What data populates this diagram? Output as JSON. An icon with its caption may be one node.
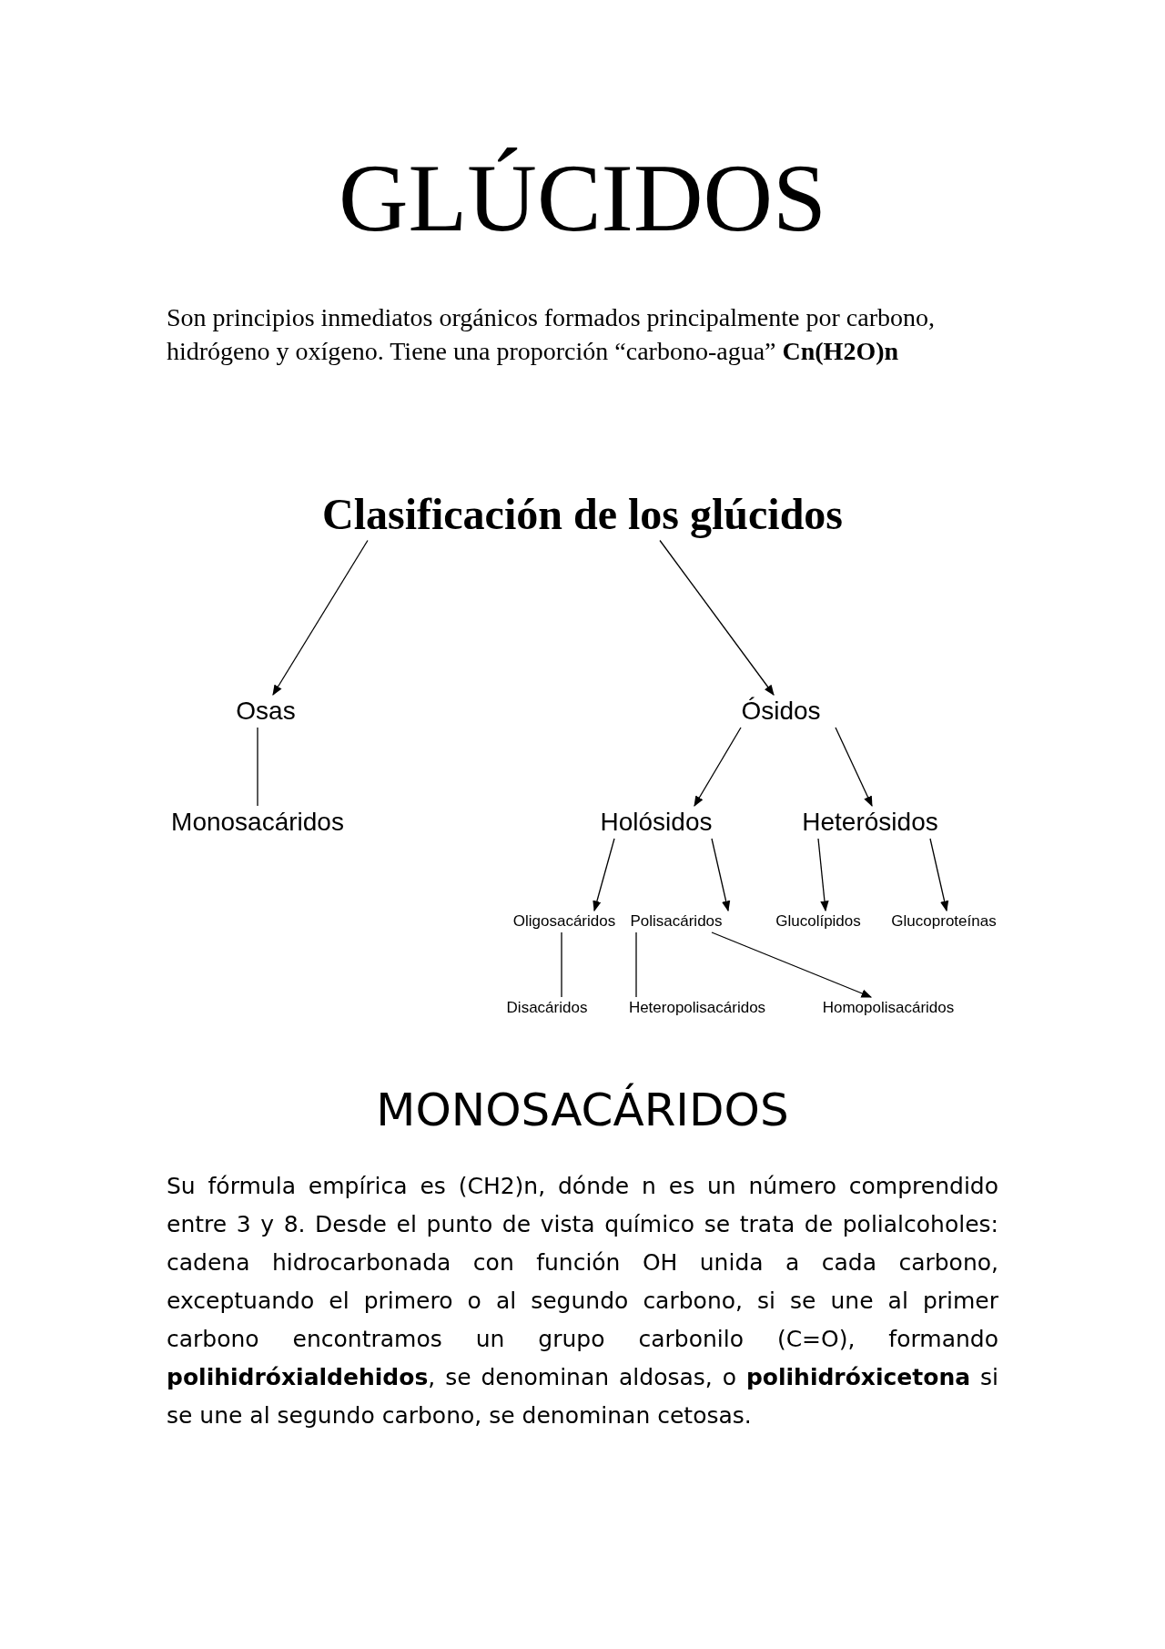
{
  "diagram": {
    "title": "GLÚCIDOS",
    "nodes": [
      {
        "text": [
          "Clasificación de los glúcidos"
        ]
      },
      {
        "text": [
          "Osas"
        ]
      },
      {
        "text": [
          "Ósidos"
        ]
      },
      {
        "text": [
          "Monosacáridos"
        ]
      },
      {
        "text": [
          "Holósidos"
        ]
      },
      {
        "text": [
          "Heterósidos"
        ]
      },
      {
        "text": [
          "Oligosacáridos"
        ]
      },
      {
        "text": [
          "Polisacáridos"
        ]
      },
      {
        "text": [
          "Glucolípidos"
        ]
      },
      {
        "text": [
          "Glucoproteínas"
        ]
      },
      {
        "text": [
          "Disacáridos"
        ]
      },
      {
        "text": [
          "Heteropolisacáridos"
        ]
      },
      {
        "text": [
          "Homopolisacáridos"
        ]
      }
    ],
    "edges": [
      {
        "from": 0,
        "to": 1,
        "arrow": "to"
      },
      {
        "from": 0,
        "to": 2,
        "arrow": "to"
      },
      {
        "from": 1,
        "to": 3,
        "arrow": "none"
      },
      {
        "from": 2,
        "to": 4,
        "arrow": "to"
      },
      {
        "from": 2,
        "to": 5,
        "arrow": "to"
      },
      {
        "from": 4,
        "to": 6,
        "arrow": "to"
      },
      {
        "from": 4,
        "to": 7,
        "arrow": "to"
      },
      {
        "from": 5,
        "to": 8,
        "arrow": "to"
      },
      {
        "from": 5,
        "to": 9,
        "arrow": "to"
      },
      {
        "from": 6,
        "to": 10,
        "arrow": "none"
      },
      {
        "from": 7,
        "to": 11,
        "arrow": "none"
      },
      {
        "from": 7,
        "to": 12,
        "arrow": "to"
      }
    ],
    "labels": [
      "Son principios inmediatos orgánicos formados principalmente por carbono, hidrógeno y oxígeno. Tiene una proporción “carbono-agua” **Cn(H2O)n**",
      "MONOSACÁRIDOS",
      "Su fórmula empírica es (CH2)n, dónde n es un número comprendido entre 3 y 8. Desde el punto de vista químico se trata de polialcoholes: cadena hidrocarbonada con función OH unida a cada carbono, exceptuando el primero o al segundo carbono, si se une al primer carbono encontramos un grupo carbonilo (C=O), formando **polihidróxialdehidos**, se denominan aldosas, o **polihidróxicetona** si se une al segundo carbono, se denominan cetosas."
    ]
  }
}
